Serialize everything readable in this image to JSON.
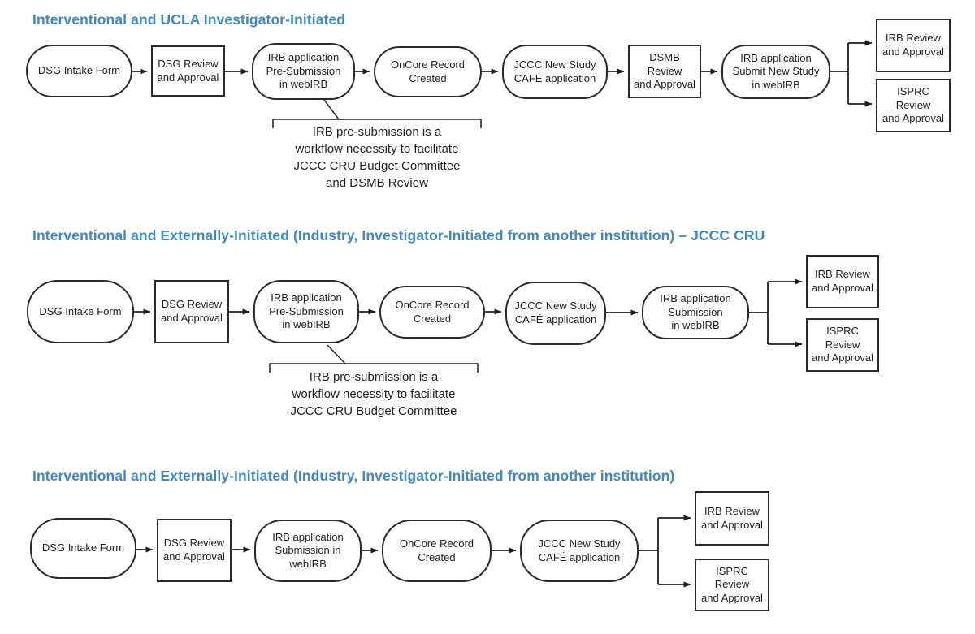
{
  "colors": {
    "heading": "#3f87c5",
    "shape_border": "#2a2a2a",
    "text": "#1f1f1f",
    "background": "#ffffff"
  },
  "sections": [
    {
      "heading": "Interventional and UCLA Investigator-Initiated",
      "nodes": [
        {
          "label": "DSG Intake Form",
          "shape": "stadium"
        },
        {
          "label": "DSG Review\nand Approval",
          "shape": "rect"
        },
        {
          "label": "IRB application\nPre-Submission\nin webIRB",
          "shape": "stadium"
        },
        {
          "label": "OnCore Record\nCreated",
          "shape": "stadium"
        },
        {
          "label": "JCCC New Study\nCAFÉ application",
          "shape": "stadium"
        },
        {
          "label": "DSMB Review\nand Approval",
          "shape": "rect"
        },
        {
          "label": "IRB application\nSubmit New Study\nin webIRB",
          "shape": "stadium"
        },
        {
          "label": "IRB Review\nand Approval",
          "shape": "rect"
        },
        {
          "label": "ISPRC Review\nand Approval",
          "shape": "rect"
        }
      ],
      "callout": "IRB pre-submission is a\nworkflow necessity to facilitate\nJCCC CRU Budget Committee\nand DSMB Review"
    },
    {
      "heading": "Interventional and Externally-Initiated (Industry,  Investigator-Initiated from another institution) – JCCC CRU",
      "nodes": [
        {
          "label": "DSG Intake Form",
          "shape": "stadium"
        },
        {
          "label": "DSG Review\nand Approval",
          "shape": "rect"
        },
        {
          "label": "IRB application\nPre-Submission\nin webIRB",
          "shape": "stadium"
        },
        {
          "label": "OnCore Record\nCreated",
          "shape": "stadium"
        },
        {
          "label": "JCCC New Study\nCAFÉ application",
          "shape": "stadium"
        },
        {
          "label": "IRB application\nSubmission\nin webIRB",
          "shape": "stadium"
        },
        {
          "label": "IRB Review\nand Approval",
          "shape": "rect"
        },
        {
          "label": "ISPRC Review\nand Approval",
          "shape": "rect"
        }
      ],
      "callout": "IRB pre-submission is a\nworkflow necessity to facilitate\nJCCC CRU Budget Committee"
    },
    {
      "heading": "Interventional and Externally-Initiated (Industry,  Investigator-Initiated from another institution)",
      "nodes": [
        {
          "label": "DSG Intake Form",
          "shape": "stadium"
        },
        {
          "label": "DSG Review\nand Approval",
          "shape": "rect"
        },
        {
          "label": "IRB application\nSubmission in\nwebIRB",
          "shape": "stadium"
        },
        {
          "label": "OnCore Record\nCreated",
          "shape": "stadium"
        },
        {
          "label": "JCCC New Study\nCAFÉ application",
          "shape": "stadium"
        },
        {
          "label": "IRB Review\nand Approval",
          "shape": "rect"
        },
        {
          "label": "ISPRC Review\nand Approval",
          "shape": "rect"
        }
      ]
    }
  ]
}
